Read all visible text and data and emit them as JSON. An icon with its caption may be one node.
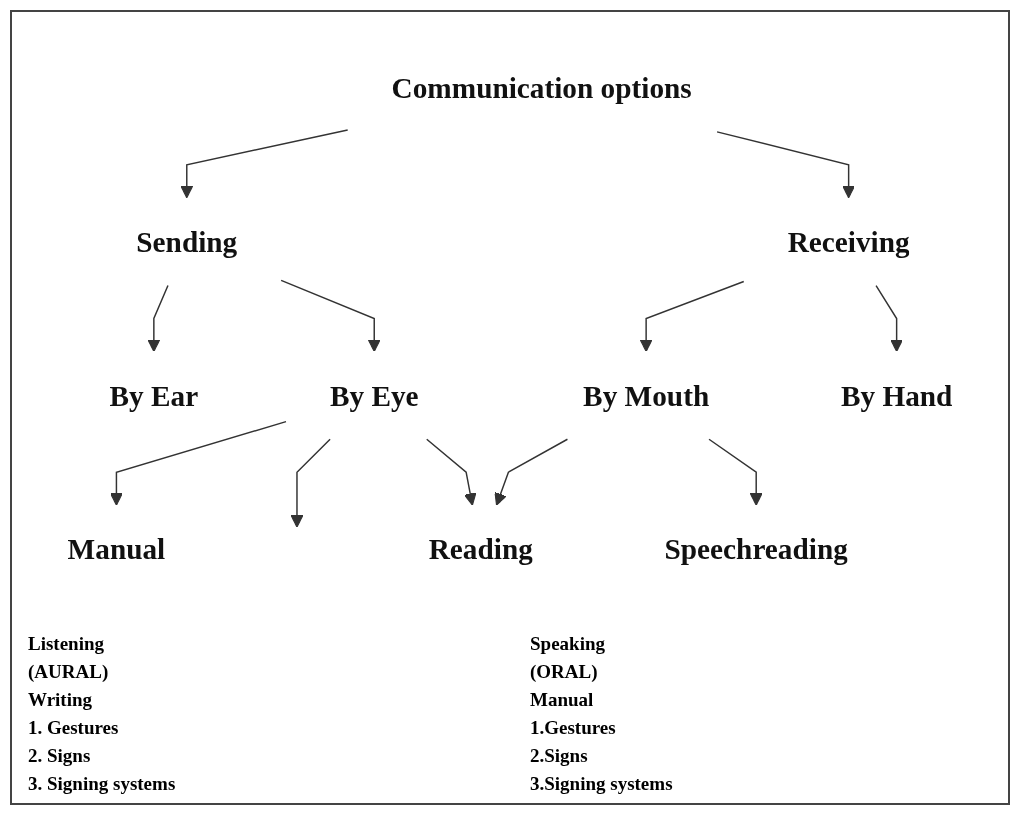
{
  "diagram": {
    "nodes": [
      {
        "text": [
          "Communication options"
        ]
      },
      {
        "text": [
          "Sending"
        ]
      },
      {
        "text": [
          "Receiving"
        ]
      },
      {
        "text": [
          "By Ear"
        ]
      },
      {
        "text": [
          "By Eye"
        ]
      },
      {
        "text": [
          "By Mouth"
        ]
      },
      {
        "text": [
          "By Hand"
        ]
      },
      {
        "text": [
          "Manual"
        ]
      },
      {
        "text": [
          "Reading"
        ]
      },
      {
        "text": [
          "Speechreading"
        ]
      }
    ],
    "edges": [
      {
        "from": 0,
        "to": 1,
        "arrow": "to"
      },
      {
        "from": 0,
        "to": 2,
        "arrow": "to"
      },
      {
        "from": 1,
        "to": 3,
        "arrow": "to"
      },
      {
        "from": 1,
        "to": 4,
        "arrow": "to"
      },
      {
        "from": 2,
        "to": 5,
        "arrow": "to"
      },
      {
        "from": 2,
        "to": 6,
        "arrow": "to"
      },
      {
        "from": 4,
        "to": 7,
        "arrow": "to"
      },
      {
        "from": 4,
        "to": null,
        "arrow": "to"
      },
      {
        "from": 4,
        "to": 8,
        "arrow": "to"
      },
      {
        "from": 5,
        "to": 8,
        "arrow": "to"
      },
      {
        "from": 5,
        "to": 9,
        "arrow": "to"
      }
    ],
    "labels": [
      "Listening",
      "Speaking",
      "(AURAL)",
      "(ORAL)",
      "Writing",
      "Manual",
      "1. Gestures",
      "1.Gestures",
      "2. Signs",
      "2.Signs",
      "3. Signing systems",
      "3.Signing systems"
    ]
  }
}
